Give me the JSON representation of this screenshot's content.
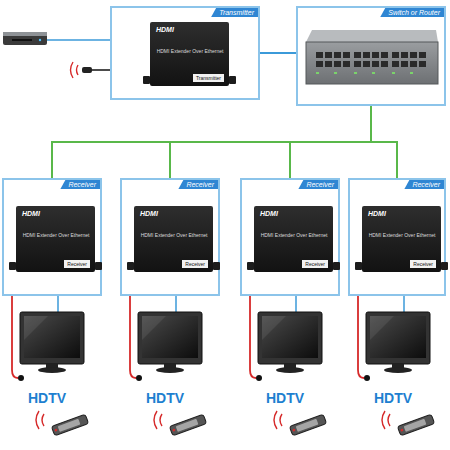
{
  "diagram": {
    "nodes": [
      {
        "text": [
          "Transmitter"
        ]
      },
      {
        "text": [
          "HDMI",
          "HDMI Extender Over Ethernet",
          "Transmitter"
        ],
        "in": 0
      },
      {
        "text": [
          "Switch or Router"
        ]
      },
      {
        "text": [
          "Receiver"
        ]
      },
      {
        "text": [
          "HDMI",
          "HDMI Extender Over Ethernet",
          "Receiver"
        ],
        "in": 3
      },
      {
        "text": [
          "Receiver"
        ]
      },
      {
        "text": [
          "HDMI",
          "HDMI Extender Over Ethernet",
          "Receiver"
        ],
        "in": 5
      },
      {
        "text": [
          "Receiver"
        ]
      },
      {
        "text": [
          "HDMI",
          "HDMI Extender Over Ethernet",
          "Receiver"
        ],
        "in": 7
      },
      {
        "text": [
          "Receiver"
        ]
      },
      {
        "text": [
          "HDMI",
          "HDMI Extender Over Ethernet",
          "Receiver"
        ],
        "in": 9
      }
    ],
    "edges": [
      {
        "from": 0,
        "to": 2,
        "arrow": "none"
      },
      {
        "from": 2,
        "to": 3,
        "arrow": "none"
      },
      {
        "from": 2,
        "to": 5,
        "arrow": "none"
      },
      {
        "from": 2,
        "to": 7,
        "arrow": "none"
      },
      {
        "from": 2,
        "to": 9,
        "arrow": "none"
      }
    ],
    "labels": [
      "HDTV",
      "HDTV",
      "HDTV",
      "HDTV"
    ]
  }
}
